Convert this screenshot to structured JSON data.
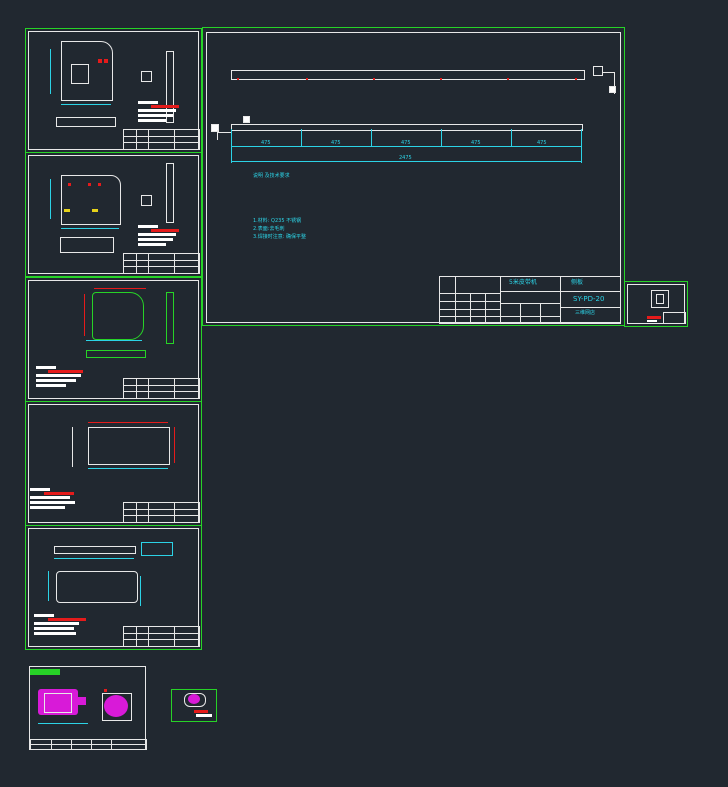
{
  "colors": {
    "background": "#212830",
    "sheet_border": "#27d327",
    "geometry": "#e8e8e8",
    "dimension": "#2cd3e6",
    "highlight": "#e51b1b",
    "accent": "#d81ad8"
  },
  "main_drawing": {
    "dims": [
      "475",
      "475",
      "475",
      "475",
      "475"
    ],
    "total_dim": "2475",
    "section_label": "说明 及技术要求",
    "notes": [
      "1.材料: Q235 不锈钢",
      "2.表面:去毛刺",
      "3.焊接时注意: 确保平整"
    ],
    "title_block": {
      "project": "5米皮带机",
      "part_name": "侧板",
      "drawing_number": "SY-PD-20",
      "company": "三维网店"
    }
  }
}
